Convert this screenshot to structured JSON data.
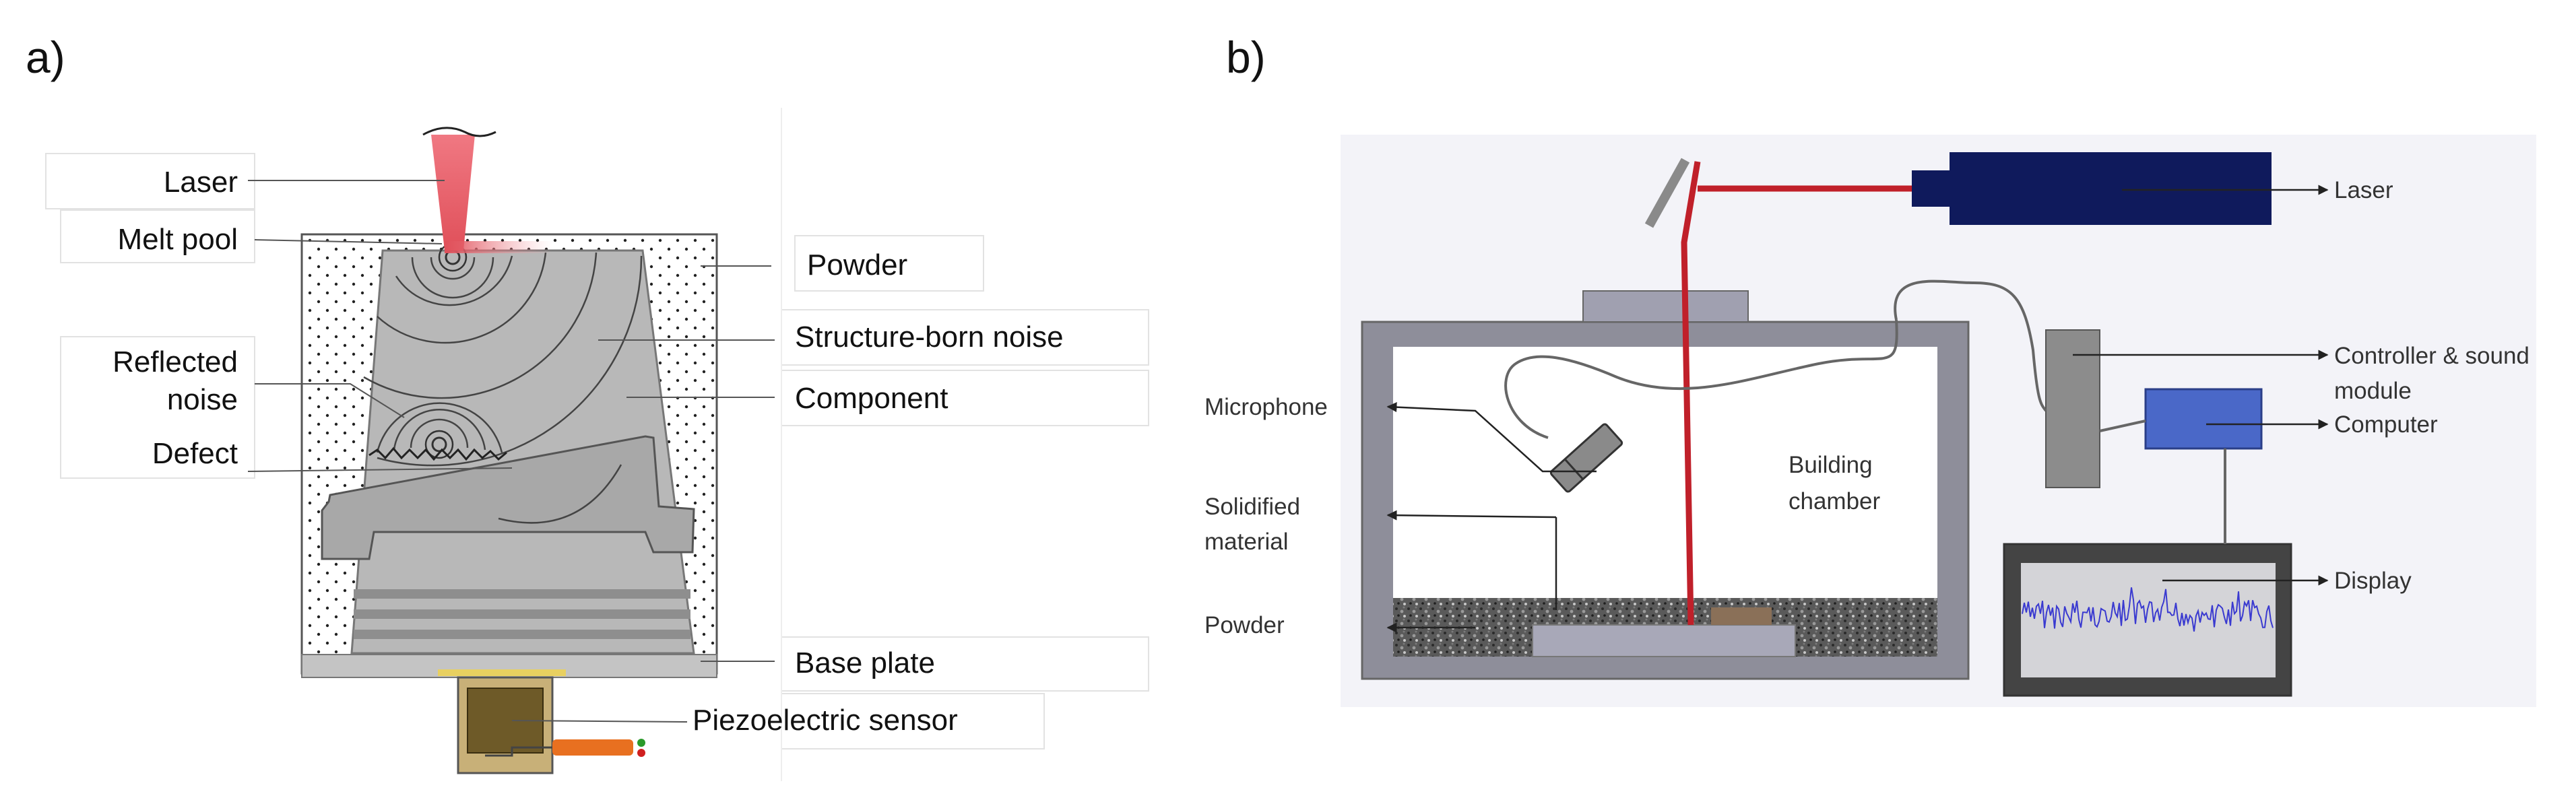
{
  "panels": {
    "a": {
      "letter": "a)",
      "labels": {
        "laser": "Laser",
        "melt_pool": "Melt pool",
        "powder": "Powder",
        "structure_noise": "Structure-born noise",
        "reflected_noise_1": "Reflected",
        "reflected_noise_2": "noise",
        "component": "Component",
        "defect": "Defect",
        "base_plate": "Base plate",
        "piezo_sensor": "Piezoelectric sensor"
      }
    },
    "b": {
      "letter": "b)",
      "labels": {
        "laser": "Laser",
        "controller_1": "Controller & sound",
        "controller_2": "module",
        "computer": "Computer",
        "display": "Display",
        "microphone": "Microphone",
        "solidified_1": "Solidified",
        "solidified_2": "material",
        "powder": "Powder",
        "chamber_1": "Building",
        "chamber_2": "chamber"
      }
    }
  },
  "colors": {
    "laser_beam": "#e0505a",
    "component_gray": "#b8b8b8",
    "chamber_frame": "#8e8e9a",
    "laser_unit": "#0f1a5c",
    "computer_blue": "#4a68c8",
    "display_signal": "#3a3ad0",
    "sensor_brown": "#6e5a28",
    "cable_orange": "#e87020"
  }
}
